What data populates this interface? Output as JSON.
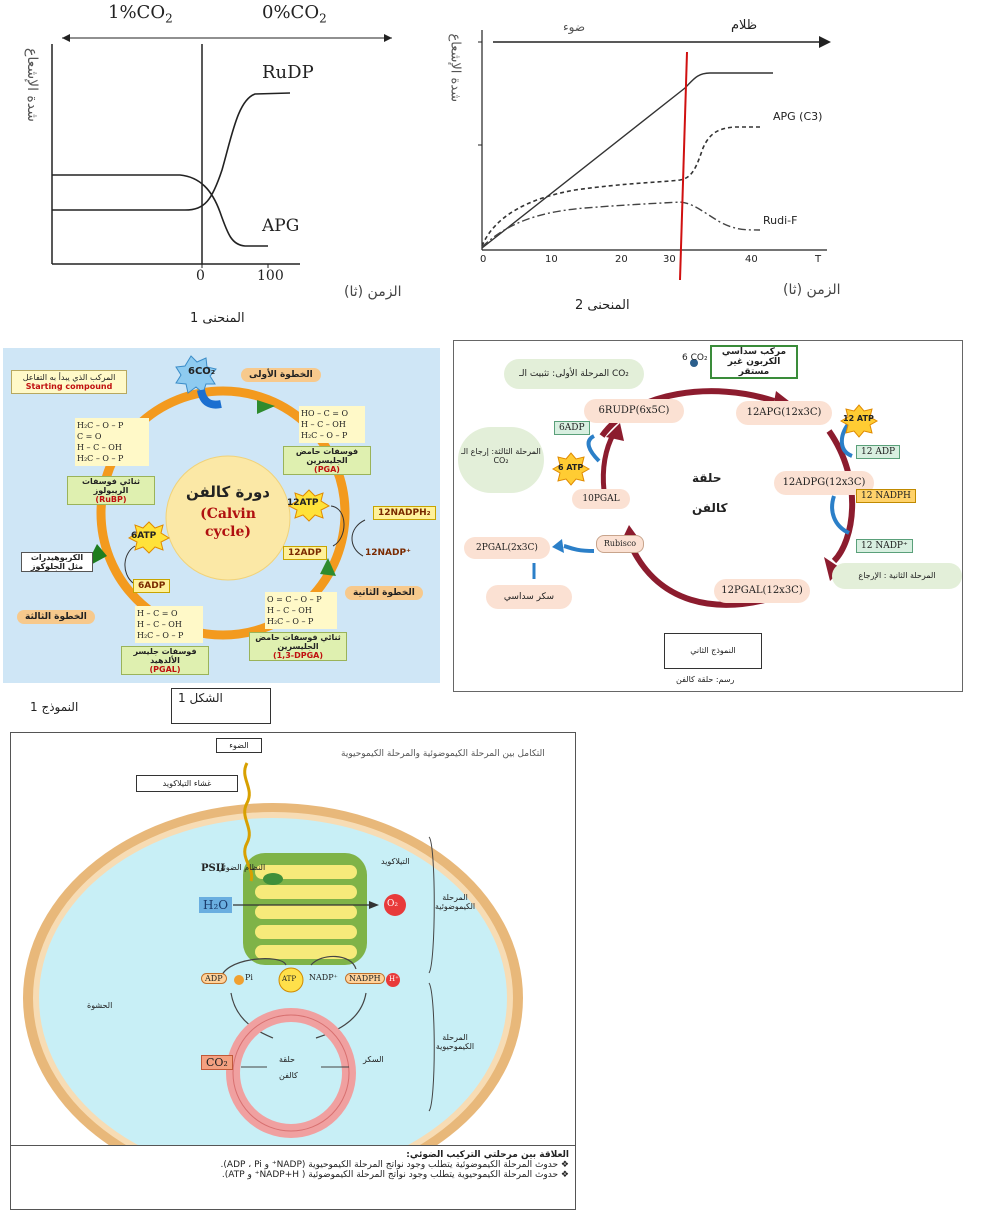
{
  "graph1": {
    "top_left": "1%CO",
    "top_left_sub": "2",
    "top_right": "0%CO",
    "top_right_sub": "2",
    "ylabel": "شدة الإشعاع",
    "curve_a": "RuDP",
    "curve_b": "APG",
    "tick_0": "0",
    "tick_100": "100",
    "xlabel": "الزمن (ثا)",
    "caption": "المنحنى 1"
  },
  "graph2": {
    "light": "ضوء",
    "dark": "ظلام",
    "ylabel": "شدة الإشعاع",
    "curve_a": "APG (C3)",
    "curve_b": "Rudi-F",
    "ticks": [
      "0",
      "10",
      "20",
      "30",
      "40",
      "T"
    ],
    "xlabel": "الزمن (ثا)",
    "caption": "المنحنى 2"
  },
  "calvin1": {
    "co2": "6CO₂",
    "step1": "الخطوة الأولى",
    "start_ar": "المركب الذي يبدأ به التفاعل",
    "start_en": "Starting compound",
    "rubp_formula": [
      "H₂C – O – P",
      "C = O",
      "H – C – OH",
      "H₂C – O – P"
    ],
    "rubp_name": "ثنائي فوسفات الريبولوز",
    "rubp_abbr": "(RuBP)",
    "pga_formula": [
      "HO – C = O",
      "H – C – OH",
      "H₂C – O – P"
    ],
    "pga_name": "فوسفات حامض الجليسرين",
    "pga_abbr": "(PGA)",
    "title_ar": "دورة كالفن",
    "title_en_1": "(Calvin",
    "title_en_2": "cycle)",
    "atp12": "12ATP",
    "adp12": "12ADP",
    "nadph12": "12NADPH₂",
    "nadp12": "12NADP⁺",
    "atp6": "6ATP",
    "adp6": "6ADP",
    "carbs": "الكربوهيدرات مثل الجلوكوز",
    "step2": "الخطوة الثانية",
    "step3": "الخطوة الثالثة",
    "dpga_formula": [
      "O = C – O – P",
      "H – C – OH",
      "H₂C – O – P"
    ],
    "dpga_name": "ثنائي فوسفات حامض الجليسرين",
    "dpga_abbr": "(1,3-DPGA)",
    "pgal_formula": [
      "H – C = O",
      "H – C – OH",
      "H₂C – O – P"
    ],
    "pgal_name": "فوسفات جليسر الألدهيد",
    "pgal_abbr": "(PGAL)",
    "model_caption": "النموذج 1",
    "figure_caption": "الشكل 1"
  },
  "calvin2": {
    "six_co2": "6 CO₂",
    "unstable": "مركب سداسي الكربون غير مستقر",
    "phase1": "المرحلة الأولى: تثبيت الـ CO₂",
    "rudp": "6RUDP(6x5C)",
    "apg": "12APG(12x3C)",
    "atp12": "12 ATP",
    "adp12": "12 ADP",
    "adp6": "6ADP",
    "atp6": "6 ATP",
    "phase3": "المرحلة الثالثة: إرجاع الـ CO₂",
    "pgal10": "10PGAL",
    "title_1": "حلقة",
    "title_2": "كالفن",
    "adpg": "12ADPG(12x3C)",
    "nadph": "12 NADPH",
    "nadp": "12 NADP⁺",
    "phase2": "المرحلة الثانية : الإرجاع",
    "rubisco": "Rubisco",
    "pgal2": "2PGAL(2x3C)",
    "sugar": "سكر سداسي",
    "pgal12": "12PGAL(12x3C)",
    "model_caption": "النموذج الثاني",
    "footer": "رسم: حلقة كالفن"
  },
  "chloroplast": {
    "title": "التكامل بين المرحلة الكيموضوئية والمرحلة الكيموحيوية",
    "light": "الضوء",
    "membrane": "غشاء التيلاكويد",
    "psi": "PSII",
    "psi_ar": "النظام الضوئي",
    "thylakoid": "التيلاكويد",
    "phase_photo": "المرحلة الكيموضوئية",
    "h2o": "H₂O",
    "o2": "O₂",
    "adp": "ADP",
    "pi": "Pi",
    "atp": "ATP",
    "nadp_plus": "NADP⁺",
    "nadph": "NADPH",
    "hplus": "H⁺",
    "stroma": "الحشوة",
    "co2": "CO₂",
    "calvin_1": "حلقة",
    "calvin_2": "كالفن",
    "sugar": "السكر",
    "phase_chem": "المرحلة الكيموحيوية",
    "relation_title": "العلاقة بين مرحلتي التركيب الضوئي:",
    "bullet1": "حدوث المرحلة الكيموضوئية يتطلب وجود نواتج المرحلة الكيموحيوية (NADP⁺ و ADP ، Pi).",
    "bullet2": "حدوث المرحلة الكيموحيوية يتطلب وجود نواتج المرحلة الكيموضوئية ( NADP+H⁺ و ATP)."
  }
}
